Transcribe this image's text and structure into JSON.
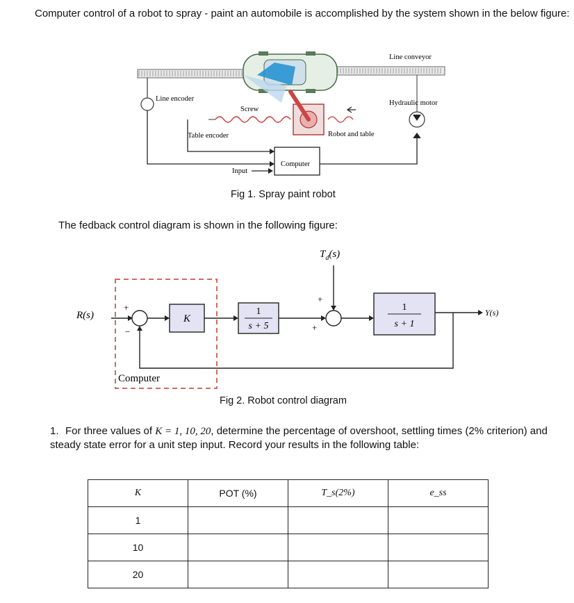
{
  "intro": "Computer control of a robot to spray - paint an automobile is accomplished by the system shown in the below figure:",
  "fig1": {
    "labels": {
      "line_encoder": "Line encoder",
      "line_conveyor": "Line conveyor",
      "screw": "Screw",
      "hydraulic_motor": "Hydraulic motor",
      "table_encoder": "Table encoder",
      "robot_and_table": "Robot and table",
      "computer": "Computer",
      "input": "Input"
    },
    "caption": "Fig 1. Spray paint robot"
  },
  "feedback_intro": "The fedback control diagram is shown in the following figure:",
  "fig2": {
    "disturbance": "T_d(s)",
    "input": "R(s)",
    "output": "Y(s)",
    "gain_block": "K",
    "plant1_num": "1",
    "plant1_den": "s + 5",
    "plant2_num": "1",
    "plant2_den": "s + 1",
    "computer_label": "Computer",
    "signs": {
      "sum1_plus": "+",
      "sum1_minus": "−",
      "sum2_top": "+",
      "sum2_bottom": "+"
    },
    "caption": "Fig 2. Robot control diagram"
  },
  "question": {
    "number": "1.",
    "text_a": "For three values of ",
    "math_k": "K = 1, 10, 20",
    "text_b": ", determine the percentage of overshoot, settling times (2% criterion) and steady state error for a unit step input. Record your results in the following table:"
  },
  "table": {
    "headers": [
      "K",
      "POT (%)",
      "T_s(2%)",
      "e_ss"
    ],
    "rows": [
      [
        "1",
        "",
        "",
        ""
      ],
      [
        "10",
        "",
        "",
        ""
      ],
      [
        "20",
        "",
        "",
        ""
      ]
    ]
  }
}
